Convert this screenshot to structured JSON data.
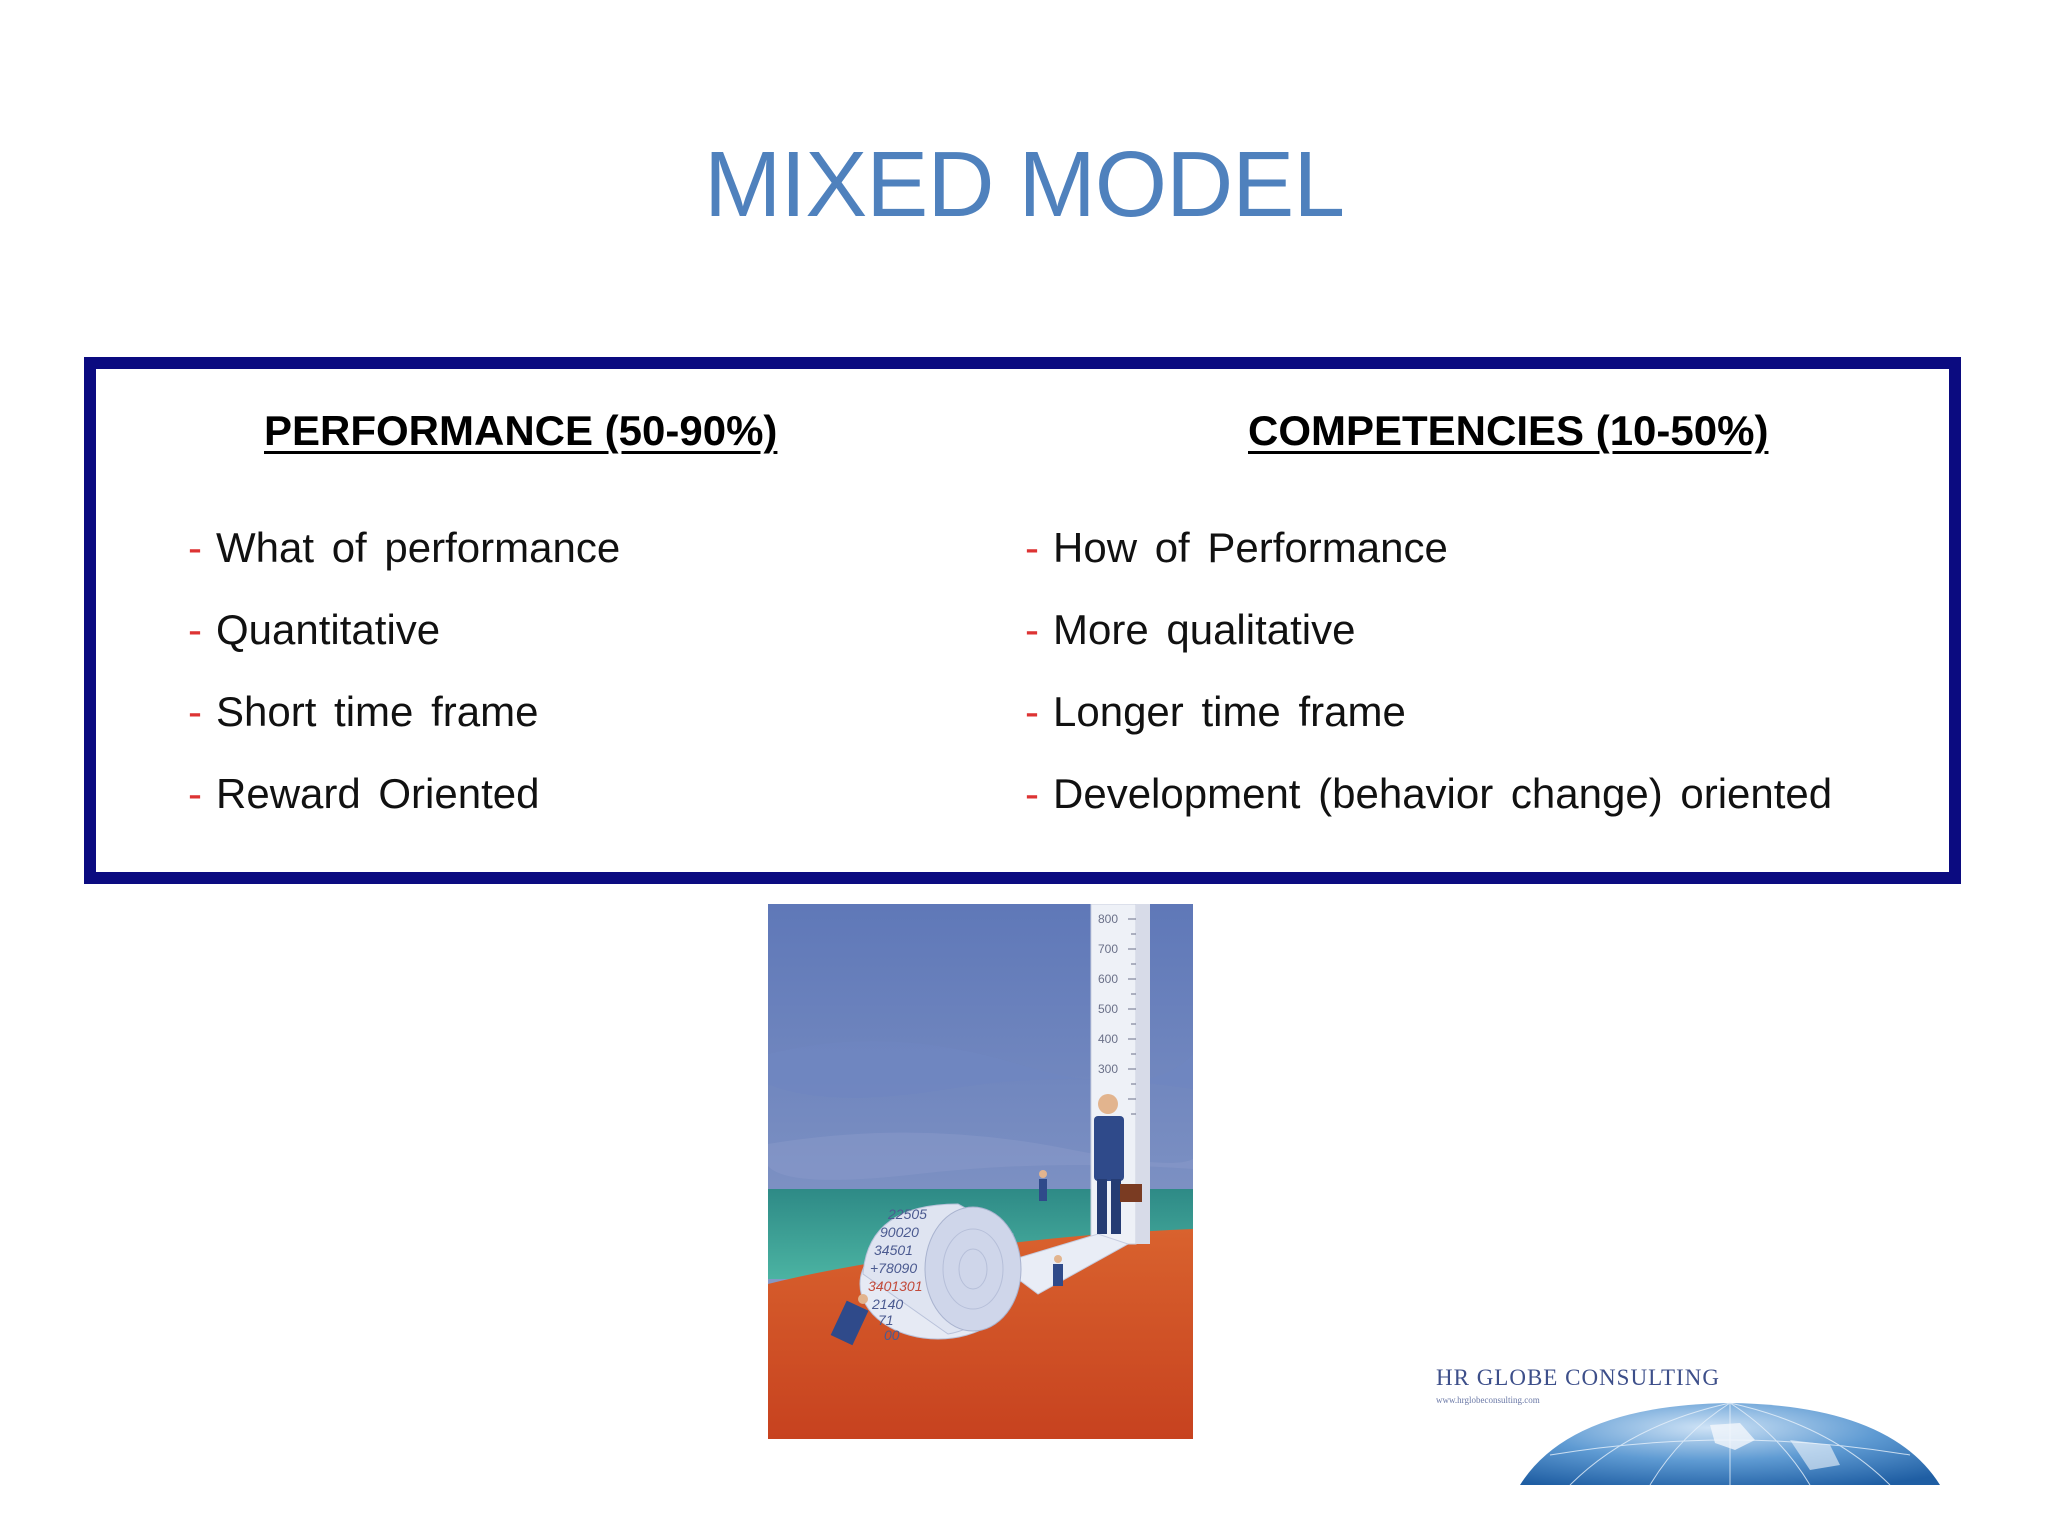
{
  "slide": {
    "title": "MIXED MODEL"
  },
  "columns": {
    "left": {
      "heading": "PERFORMANCE (50-90%)",
      "items": [
        "What of performance",
        "Quantitative",
        "Short time frame",
        "Reward Oriented"
      ]
    },
    "right": {
      "heading": "COMPETENCIES (10-50%)",
      "items": [
        "How of Performance",
        "More qualitative",
        "Longer time frame",
        "Development (behavior change) oriented"
      ]
    },
    "bullet_marker": "-"
  },
  "illustration": {
    "ruler_ticks": [
      "800",
      "700",
      "600",
      "500",
      "400",
      "300"
    ],
    "roll_numbers": [
      "22505",
      "90020",
      "34501",
      "+78090",
      "3401301",
      "2140",
      "71",
      "00"
    ]
  },
  "logo": {
    "company_name": "HR GLOBE CONSULTING",
    "url": "www.hrglobeconsulting.com"
  },
  "colors": {
    "title": "#4f81bd",
    "box_border": "#0b0b80",
    "bullet_dash": "#dd3333",
    "logo_text": "#3d4f8a"
  }
}
